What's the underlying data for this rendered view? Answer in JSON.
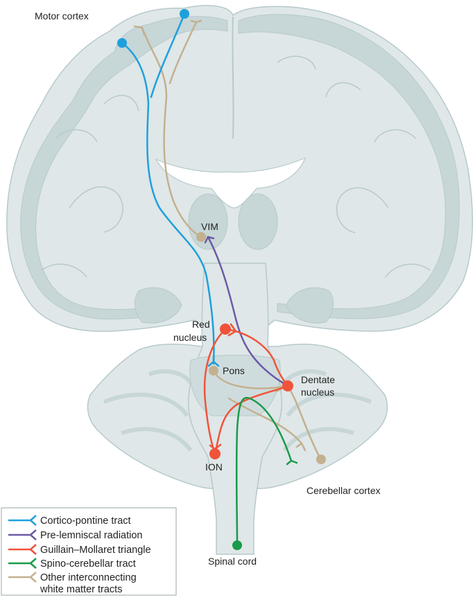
{
  "labels": {
    "motor_cortex": "Motor cortex",
    "vim": "VIM",
    "red_nucleus_1": "Red",
    "red_nucleus_2": "nucleus",
    "pons": "Pons",
    "dentate_1": "Dentate",
    "dentate_2": "nucleus",
    "ion": "ION",
    "cerebellar_cortex": "Cerebellar cortex",
    "spinal_cord": "Spinal cord"
  },
  "legend": {
    "items": [
      {
        "label": "Cortico-pontine tract",
        "color": "#1ea0dc"
      },
      {
        "label": "Pre-lemniscal radiation",
        "color": "#6b5aa6"
      },
      {
        "label": "Guillain–Mollaret triangle",
        "color": "#f0533a"
      },
      {
        "label": "Spino-cerebellar tract",
        "color": "#1a9a4a"
      },
      {
        "label": "Other interconnecting",
        "label2": "white matter tracts",
        "color": "#c3b08f"
      }
    ]
  },
  "colors": {
    "brain_fill": "#dfe7e8",
    "gray_matter": "#c7d6d7",
    "outline": "#b7c9cb",
    "blue": "#1ea0dc",
    "purple": "#6b5aa6",
    "red": "#f0533a",
    "green": "#1a9a4a",
    "tan": "#c3b08f"
  }
}
